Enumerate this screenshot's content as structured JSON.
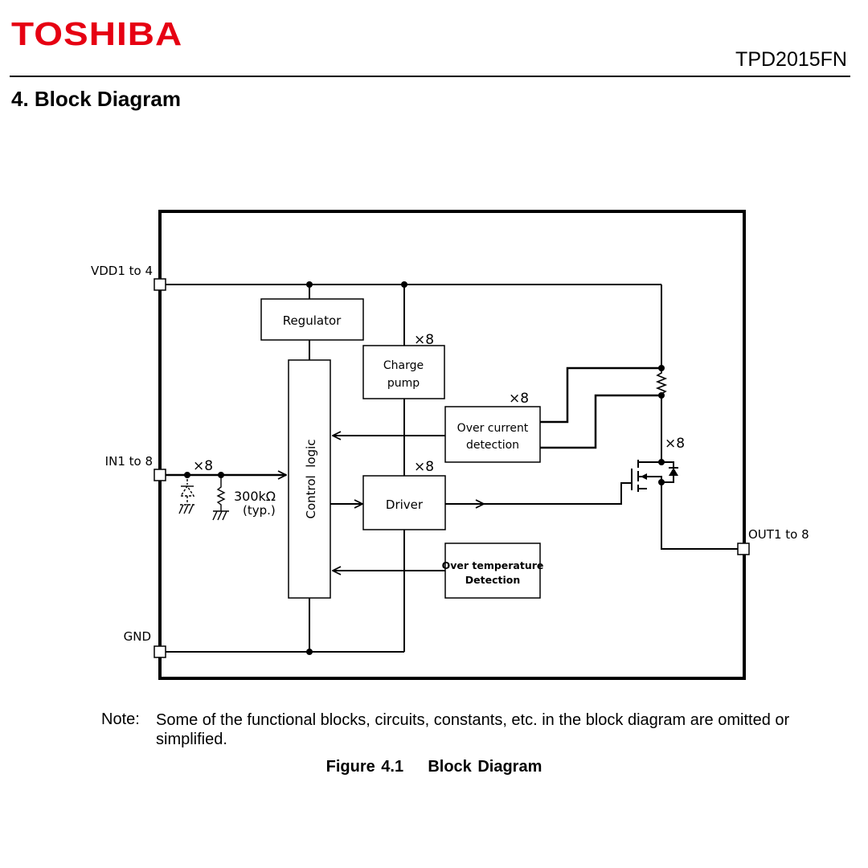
{
  "header": {
    "logo": "TOSHIBA",
    "doc_number": "TPD2015FN",
    "section_title": "4. Block Diagram",
    "logo_color": "#e60012"
  },
  "diagram": {
    "pins": {
      "vdd": "VDD1 to 4",
      "in": "IN1 to 8",
      "gnd": "GND",
      "out": "OUT1 to 8"
    },
    "blocks": {
      "regulator": "Regulator",
      "charge_pump_1": "Charge",
      "charge_pump_2": "pump",
      "over_current_1": "Over current",
      "over_current_2": "detection",
      "control_logic": "Control  logic",
      "driver": "Driver",
      "over_temp_1": "Over temperature",
      "over_temp_2": "Detection"
    },
    "multiplier": "×8",
    "pulldown_value": "300kΩ",
    "pulldown_note": "(typ.)"
  },
  "footer": {
    "note_label": "Note:",
    "note_text": "Some of the functional blocks, circuits, constants, etc. in the block diagram are omitted or simplified.",
    "caption": "Figure 4.1    Block Diagram"
  }
}
